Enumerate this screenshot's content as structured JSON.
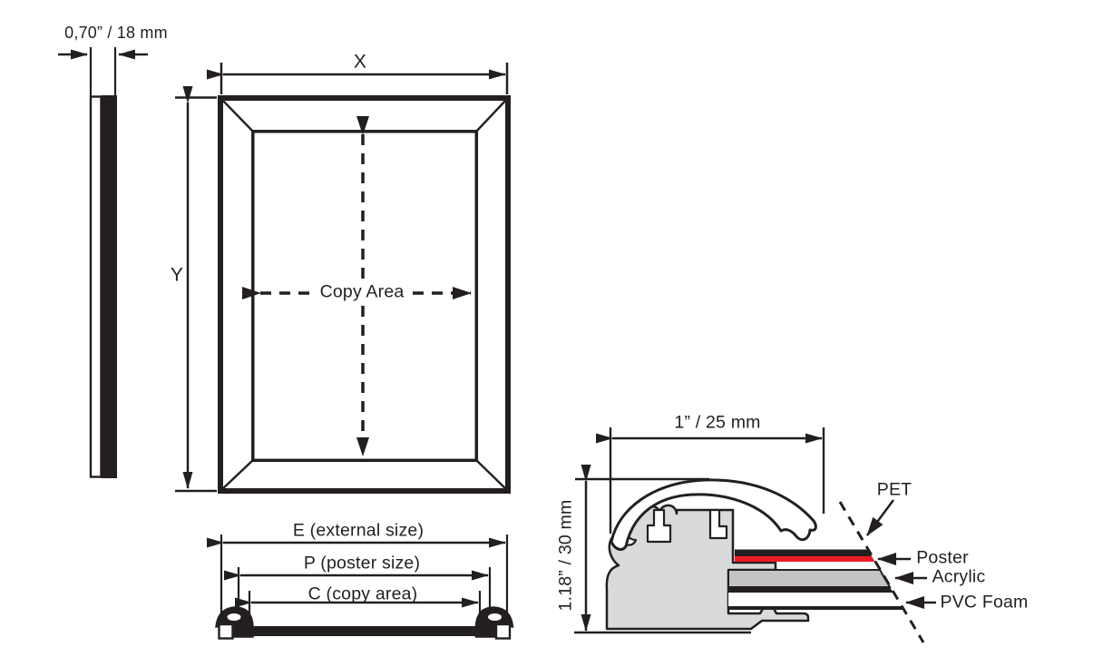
{
  "side_view": {
    "thickness_label": "0,70” / 18 mm"
  },
  "front_view": {
    "width_label": "X",
    "height_label": "Y",
    "copy_area_label": "Copy Area"
  },
  "section_view": {
    "external_label": "E (external size)",
    "poster_label": "P (poster size)",
    "copy_label": "C (copy area)"
  },
  "profile_detail": {
    "width_label": "1” / 25 mm",
    "height_label": "1.18” / 30 mm",
    "layers": [
      {
        "name": "PET"
      },
      {
        "name": "Poster"
      },
      {
        "name": "Acrylic"
      },
      {
        "name": "PVC Foam"
      }
    ]
  },
  "colors": {
    "line": "#231f20",
    "poster_red": "#ed1c24",
    "profile_gray": "#d9dadb",
    "acrylic_gray": "#c3c4c6"
  }
}
